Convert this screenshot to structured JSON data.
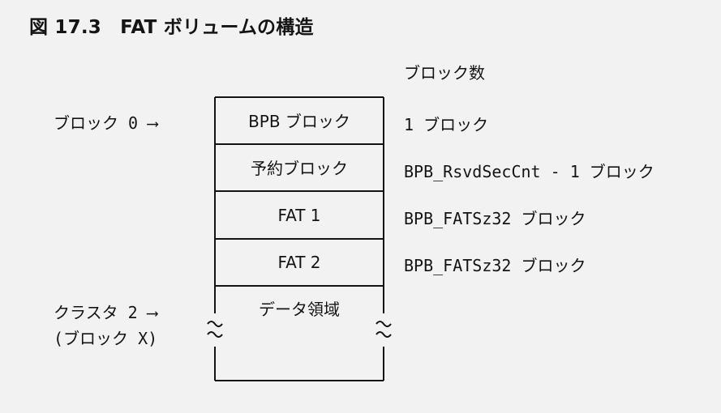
{
  "figure": {
    "title": "図 17.3　FAT ボリュームの構造"
  },
  "column_header": "ブロック数",
  "blocks": [
    {
      "name": "BPB ブロック",
      "count": "1 ブロック"
    },
    {
      "name": "予約ブロック",
      "count": "BPB_RsvdSecCnt - 1 ブロック"
    },
    {
      "name": "FAT 1",
      "count": "BPB_FATSz32 ブロック"
    },
    {
      "name": "FAT 2",
      "count": "BPB_FATSz32 ブロック"
    },
    {
      "name": "データ領域",
      "count": ""
    }
  ],
  "pointers": {
    "block0": "ブロック 0 ⟶",
    "cluster2_line1": "クラスタ 2 ⟶",
    "cluster2_line2": "(ブロック X)"
  },
  "colors": {
    "background": "#f2f2f2",
    "stroke": "#141414",
    "text": "#141414"
  }
}
